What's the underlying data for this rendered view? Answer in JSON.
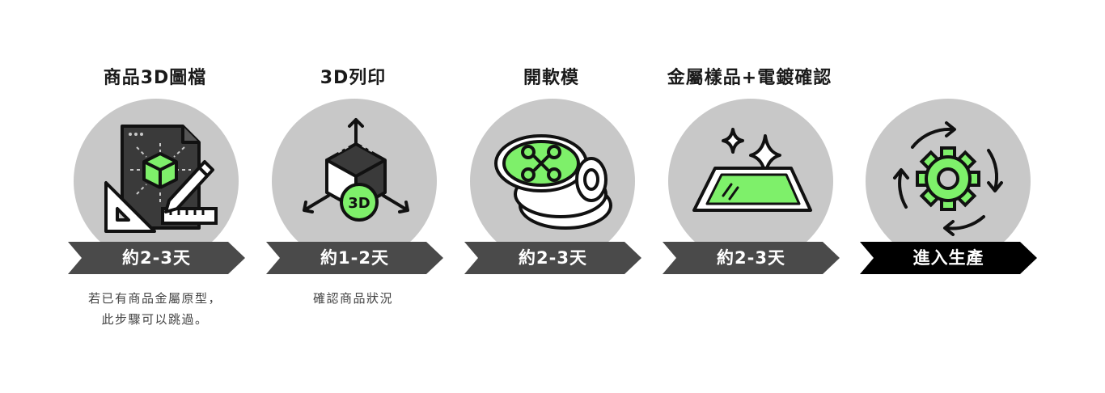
{
  "colors": {
    "accent": "#7ef06a",
    "circle": "#c8c8c8",
    "band": "#4a4a4a",
    "band_final": "#000000",
    "ink": "#1a1a1a"
  },
  "steps": [
    {
      "title": "商品3D圖檔",
      "duration": "約2-3天",
      "note_lines": [
        "若已有商品金屬原型，",
        "此步驟可以跳過。"
      ],
      "icon": "3d-design-blueprint-icon"
    },
    {
      "title": "3D列印",
      "duration": "約1-2天",
      "note_lines": [
        "確認商品狀況"
      ],
      "icon": "3d-print-cube-icon",
      "badge": "3D"
    },
    {
      "title": "開軟模",
      "duration": "約2-3天",
      "note_lines": [],
      "icon": "soft-mold-icon"
    },
    {
      "title": "金屬樣品+電鍍確認",
      "duration": "約2-3天",
      "note_lines": [],
      "icon": "plating-shine-icon"
    },
    {
      "title": "",
      "duration": "進入生產",
      "note_lines": [],
      "icon": "gear-cycle-icon"
    }
  ]
}
